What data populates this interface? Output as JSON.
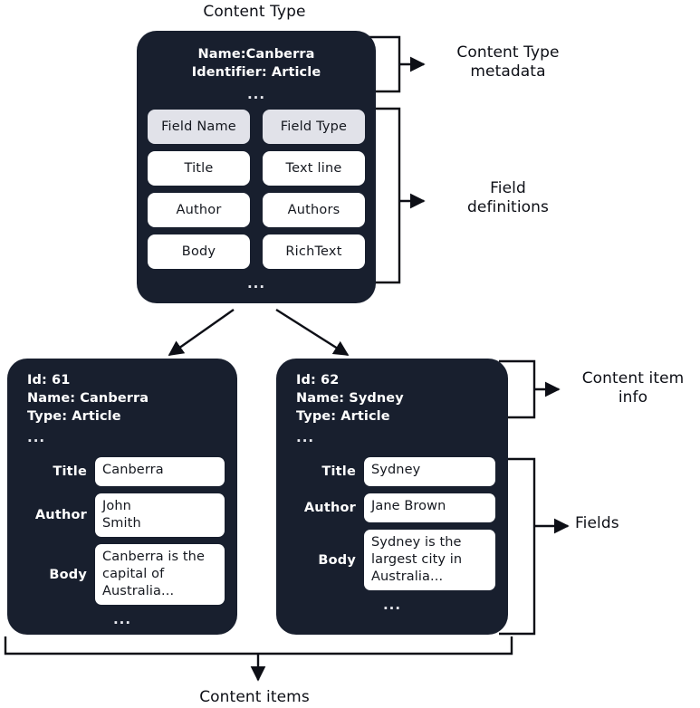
{
  "diagram": {
    "title": "Content Type",
    "footer_label": "Content items"
  },
  "content_type": {
    "name_line": "Name:Canberra",
    "identifier_line": "Identifier: Article",
    "ellipsis": "...",
    "bottom_ellipsis": "...",
    "table": {
      "headers": [
        "Field Name",
        "Field Type"
      ],
      "rows": [
        [
          "Title",
          "Text line"
        ],
        [
          "Author",
          "Authors"
        ],
        [
          "Body",
          "RichText"
        ]
      ]
    }
  },
  "annotations": {
    "content_type_metadata": "Content Type\nmetadata",
    "content_type_metadata_l1": "Content Type",
    "content_type_metadata_l2": "metadata",
    "field_definitions_l1": "Field",
    "field_definitions_l2": "definitions",
    "content_item_info_l1": "Content item",
    "content_item_info_l2": "info",
    "fields": "Fields"
  },
  "content_items": [
    {
      "id_line": "Id: 61",
      "name_line": "Name: Canberra",
      "type_line": "Type: Article",
      "ellipsis": "...",
      "bottom_ellipsis": "...",
      "fields": [
        {
          "label": "Title",
          "value": "Canberra"
        },
        {
          "label": "Author",
          "value": "John\nSmith"
        },
        {
          "label": "Body",
          "value": "Canberra is the\ncapital of\nAustralia..."
        }
      ]
    },
    {
      "id_line": "Id: 62",
      "name_line": "Name: Sydney",
      "type_line": "Type: Article",
      "ellipsis": "...",
      "bottom_ellipsis": "...",
      "fields": [
        {
          "label": "Title",
          "value": "Sydney"
        },
        {
          "label": "Author",
          "value": "Jane Brown"
        },
        {
          "label": "Body",
          "value": "Sydney is the\nlargest city in\nAustralia..."
        }
      ]
    }
  ],
  "colors": {
    "card_background": "#181f2e",
    "page_background": "#ffffff",
    "header_chip": "#e1e2e9",
    "chip": "#ffffff",
    "text_dark": "#0d0f16",
    "text_light": "#ffffff",
    "stroke": "#0d0f16"
  }
}
